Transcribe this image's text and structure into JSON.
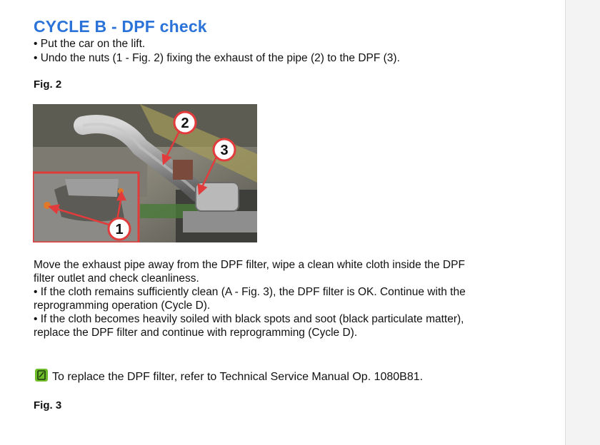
{
  "heading": "CYCLE B - DPF check",
  "intro": [
    "• Put the car on the lift.",
    "• Undo the nuts (1 - Fig. 2) fixing the exhaust of the pipe (2) to the DPF (3)."
  ],
  "figure2": {
    "label": "Fig. 2",
    "callouts": [
      "1",
      "2",
      "3"
    ]
  },
  "body": [
    "Move the exhaust pipe away from the DPF filter, wipe a clean white cloth inside the DPF",
    "filter outlet and check cleanliness.",
    "• If the cloth remains sufficiently clean (A - Fig. 3), the DPF filter is OK. Continue with the",
    "reprogramming operation (Cycle D).",
    "• If the cloth becomes heavily soiled with black spots and soot (black particulate matter),",
    "replace the DPF filter and continue with reprogramming (Cycle D)."
  ],
  "note": {
    "icon": "note-icon",
    "color": "#6fbd2b",
    "text": "To replace the DPF filter, refer to Technical Service Manual Op. 1080B81."
  },
  "figure3": {
    "label": "Fig. 3"
  }
}
